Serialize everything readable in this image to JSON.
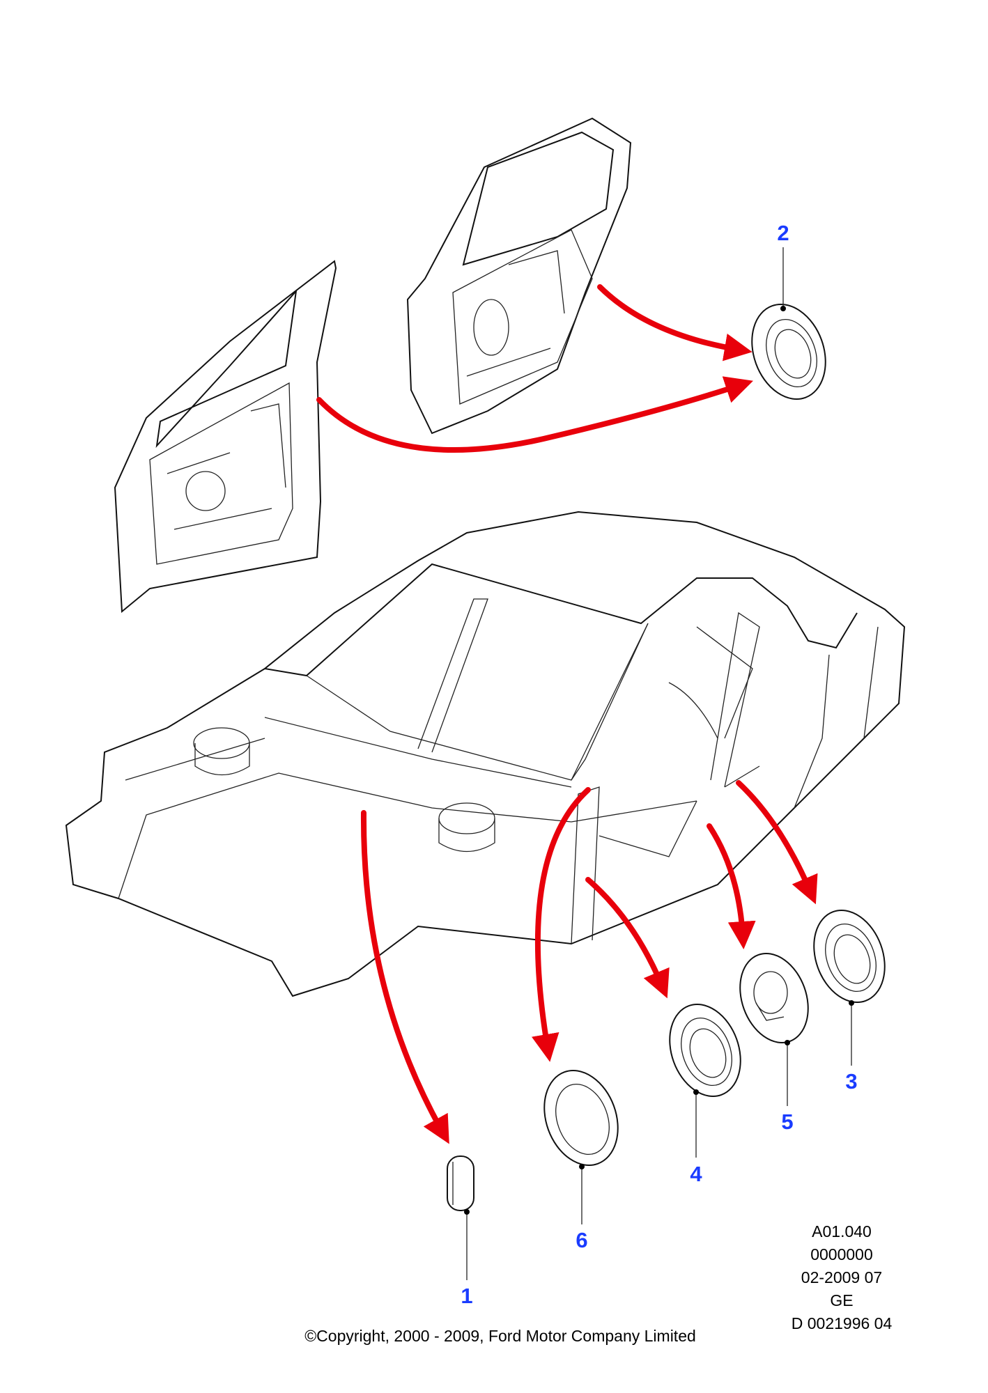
{
  "diagram": {
    "callouts": [
      "1",
      "2",
      "3",
      "4",
      "5",
      "6"
    ],
    "meta_lines": [
      "A01.040",
      "0000000",
      "02-2009 07",
      "GE",
      "D 0021996 04"
    ],
    "copyright": "©Copyright, 2000 - 2009, Ford Motor Company Limited",
    "colors": {
      "callout": "#1a3cff",
      "arrow": "#e8000b",
      "line": "#111111"
    }
  }
}
